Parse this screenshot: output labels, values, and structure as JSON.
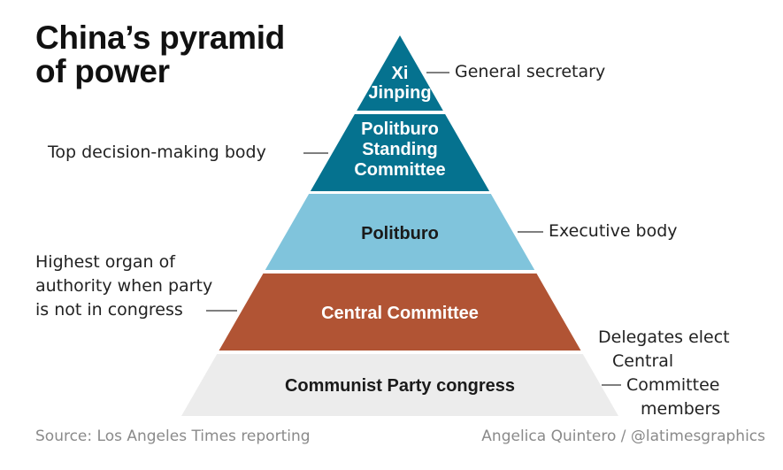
{
  "title": {
    "line1": "China’s pyramid",
    "line2": "of power"
  },
  "tiers": [
    {
      "id": "general-secretary",
      "lines": [
        "Xi",
        "Jinping"
      ],
      "fill": "#05728f",
      "text_color": "#ffffff"
    },
    {
      "id": "standing-committee",
      "lines": [
        "Politburo",
        "Standing",
        "Committee"
      ],
      "fill": "#05728f",
      "text_color": "#ffffff"
    },
    {
      "id": "politburo",
      "lines": [
        "Politburo"
      ],
      "fill": "#80c4dc",
      "text_color": "#1a1a1a"
    },
    {
      "id": "central-committee",
      "lines": [
        "Central Committee"
      ],
      "fill": "#b15434",
      "text_color": "#ffffff"
    },
    {
      "id": "party-congress",
      "lines": [
        "Communist Party congress"
      ],
      "fill": "#ececec",
      "text_color": "#1a1a1a"
    }
  ],
  "annotations": {
    "general_secretary": "General secretary",
    "top_decision": "Top decision-making body",
    "executive": "Executive body",
    "highest_organ": [
      "Highest organ of",
      "authority when party",
      "is not in congress"
    ],
    "delegates": [
      "Delegates elect",
      "Central",
      "Committee",
      "members"
    ]
  },
  "footer": {
    "source": "Source: Los Angeles Times reporting",
    "credit": "Angelica Quintero / @latimesgraphics"
  }
}
